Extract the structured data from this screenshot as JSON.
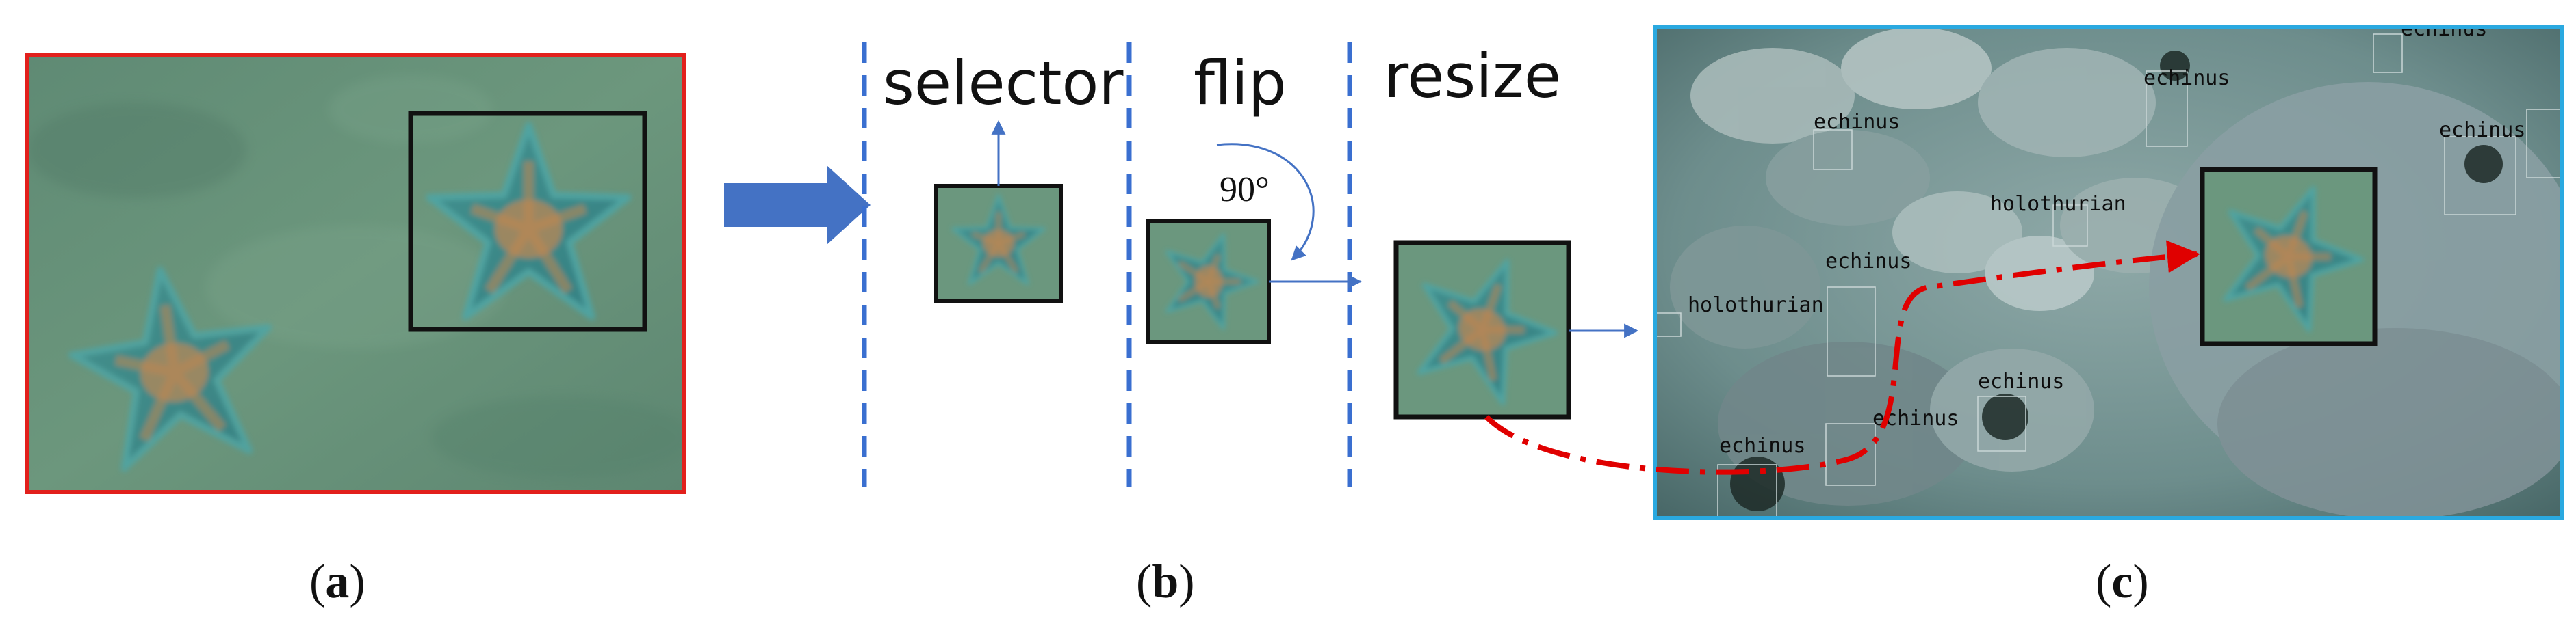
{
  "panels": {
    "a": {
      "prefix": "(",
      "letter": "a",
      "suffix": ")"
    },
    "b": {
      "prefix": "(",
      "letter": "b",
      "suffix": ")"
    },
    "c": {
      "prefix": "(",
      "letter": "c",
      "suffix": ")"
    }
  },
  "steps": {
    "selector": "selector",
    "flip": "flip",
    "resize": "resize",
    "rotation": "90°"
  },
  "detections": [
    "echinus",
    "echinus",
    "echinus",
    "holothurian",
    "echinus",
    "holothurian",
    "echinus",
    "echinus",
    "echinus",
    "echinus"
  ],
  "colors": {
    "panel_a_border": "#e2201c",
    "panel_c_border": "#2aa9e0",
    "separator": "#3a6fd0",
    "big_arrow": "#4472c4",
    "thin_arrow": "#4472c4",
    "path_curve": "#e00000",
    "crop_box": "#111111"
  }
}
